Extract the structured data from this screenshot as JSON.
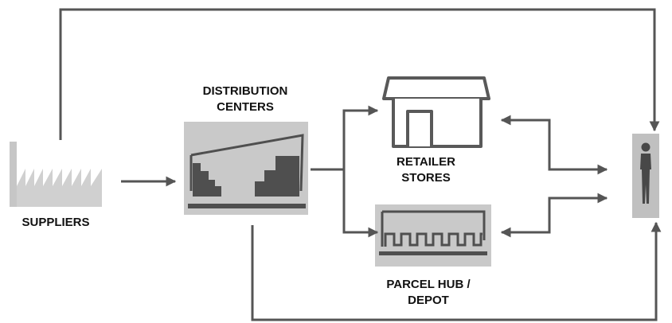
{
  "nodes": {
    "suppliers": {
      "label": "SUPPLIERS",
      "icon": "factory-icon"
    },
    "distribution_centers": {
      "line1": "DISTRIBUTION",
      "line2": "CENTERS",
      "icon": "warehouse-icon"
    },
    "retailer_stores": {
      "line1": "RETAILER",
      "line2": "STORES",
      "icon": "store-icon"
    },
    "parcel_hub": {
      "line1": "PARCEL HUB /",
      "line2": "DEPOT",
      "icon": "parcel-depot-icon"
    },
    "customer": {
      "icon": "person-icon"
    }
  },
  "edges": [
    {
      "from": "suppliers",
      "to": "distribution_centers",
      "direction": "one-way"
    },
    {
      "from": "distribution_centers",
      "to": "retailer_stores",
      "direction": "one-way"
    },
    {
      "from": "distribution_centers",
      "to": "parcel_hub",
      "direction": "one-way"
    },
    {
      "from": "retailer_stores",
      "to": "customer",
      "direction": "two-way"
    },
    {
      "from": "parcel_hub",
      "to": "customer",
      "direction": "two-way"
    },
    {
      "from": "suppliers",
      "to": "customer",
      "direction": "one-way",
      "route": "top"
    },
    {
      "from": "distribution_centers",
      "to": "customer",
      "direction": "one-way",
      "route": "bottom"
    }
  ],
  "colors": {
    "arrow": "#555555",
    "icon_fill": "#c4c4c4",
    "icon_dark": "#4f4f4f",
    "label": "#111111"
  }
}
